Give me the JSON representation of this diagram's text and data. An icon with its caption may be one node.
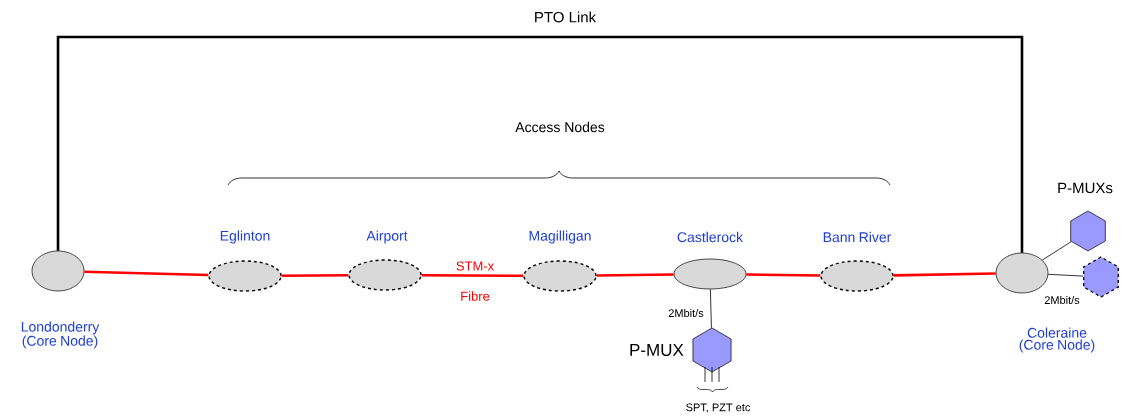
{
  "diagram": {
    "nodes": [
      {
        "text": [
          "Londonderry (Core Node)"
        ]
      },
      {
        "text": [
          "Eglinton"
        ]
      },
      {
        "text": [
          "Airport"
        ]
      },
      {
        "text": [
          "Magilligan"
        ]
      },
      {
        "text": [
          "Castlerock"
        ]
      },
      {
        "text": [
          "Bann River"
        ]
      },
      {
        "text": [
          "Coleraine (Core Node)"
        ]
      },
      {
        "text": [
          "P-MUX"
        ]
      },
      {
        "text": [],
        "shape": "hexagon"
      },
      {
        "text": [],
        "shape": "hexagon"
      }
    ],
    "edges": [
      {
        "from": 0,
        "to": 1,
        "arrow": "none"
      },
      {
        "from": 1,
        "to": 2,
        "arrow": "none"
      },
      {
        "from": 2,
        "to": 3,
        "arrow": "none",
        "label": "STM-x"
      },
      {
        "from": 3,
        "to": 4,
        "arrow": "none"
      },
      {
        "from": 4,
        "to": 5,
        "arrow": "none"
      },
      {
        "from": 5,
        "to": 6,
        "arrow": "none"
      },
      {
        "from": 0,
        "to": 6,
        "arrow": "none",
        "color": "#000000",
        "label": "PTO Link"
      },
      {
        "from": 4,
        "to": 7,
        "arrow": "none",
        "color": "#000000",
        "label": "2Mbit/s"
      },
      {
        "from": 6,
        "to": 8,
        "arrow": "none",
        "color": "#000000"
      },
      {
        "from": 6,
        "to": 9,
        "arrow": "none",
        "color": "#000000",
        "label": "2Mbit/s"
      }
    ],
    "labels": [
      "Access Nodes",
      "Fibre",
      "P-MUXs",
      "SPT, PZT etc"
    ]
  }
}
